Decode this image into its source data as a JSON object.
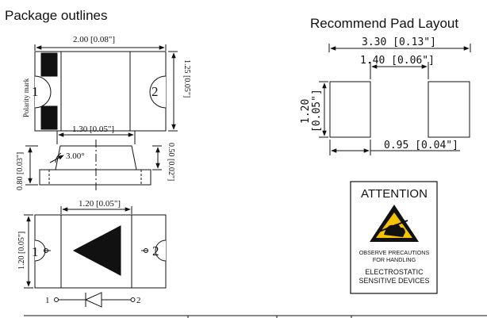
{
  "titles": {
    "package_outlines": "Package outlines",
    "recommend_pad_layout": "Recommend Pad Layout"
  },
  "top_view": {
    "width_dim": "2.00 [0.08\"]",
    "height_dim": "1.25 [0.05\"]",
    "polarity_label": "Polarity mark",
    "pin1": "1",
    "pin2": "2"
  },
  "side_view": {
    "top_width_dim": "1.30 [0.05\"]",
    "angle": "3.00°",
    "total_height_dim": "0.80 [0.03\"]",
    "lens_height_dim": "0.50 [0.02\"]"
  },
  "bottom_view": {
    "width_dim": "1.20 [0.05\"]",
    "height_dim": "1.20 [0.05\"]",
    "pin1": "1",
    "pin2": "2"
  },
  "schematic": {
    "pin1": "1",
    "pin2": "2"
  },
  "pad_layout": {
    "overall_dim": "3.30 [0.13\"]",
    "inner_dim": "1.40 [0.06\"]",
    "height_dim_mm": "1.20",
    "height_dim_in": "[0.05\"]",
    "pad_width_dim": "0.95 [0.04\"]"
  },
  "attention": {
    "heading": "ATTENTION",
    "line1": "OBSERVE PRECAUTIONS",
    "line2": "FOR HANDLING",
    "line3": "ELECTROSTATIC",
    "line4": "SENSITIVE DEVICES"
  }
}
